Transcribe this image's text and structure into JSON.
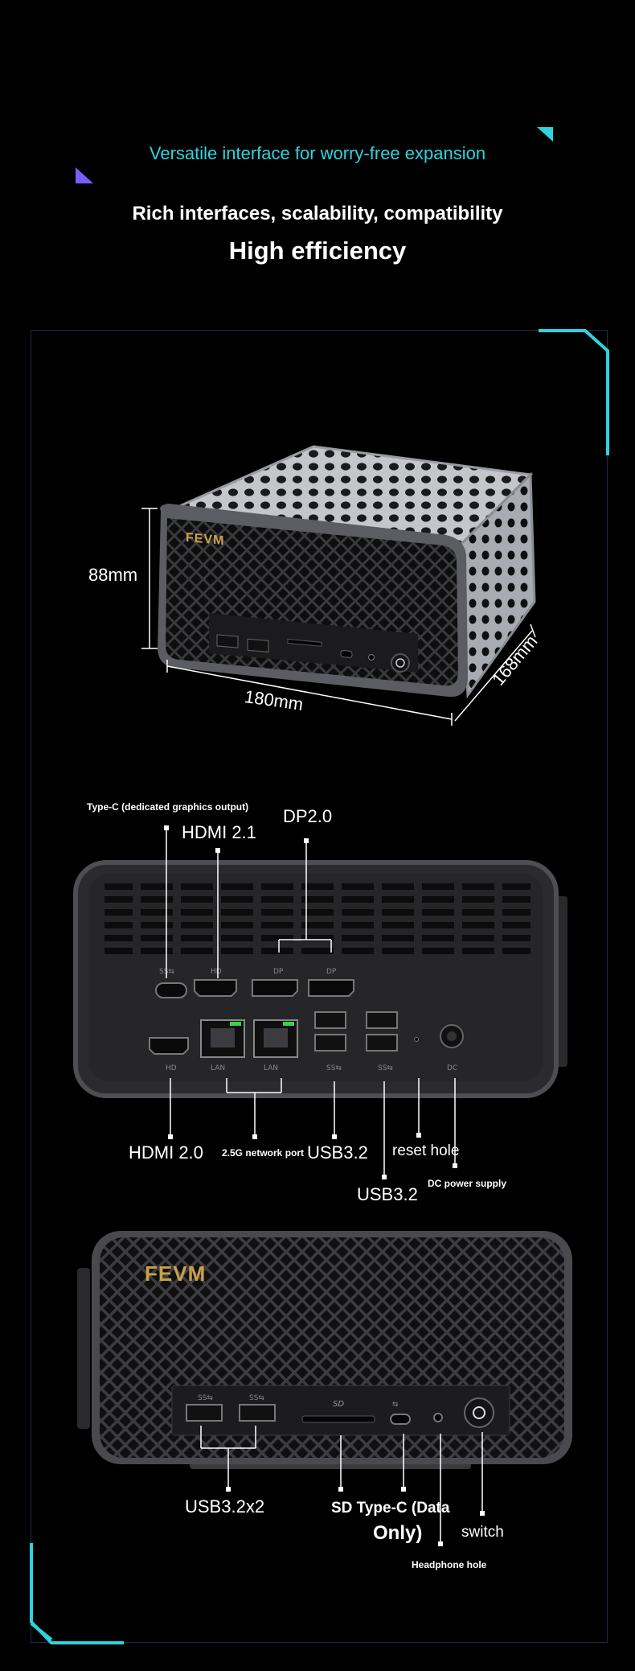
{
  "header": {
    "subtitle": "Versatile interface for worry-free expansion",
    "line1": "Rich interfaces, scalability, compatibility",
    "line2": "High efficiency"
  },
  "dimensions": {
    "height": "88mm",
    "width": "180mm",
    "depth": "168mm"
  },
  "device": {
    "brand": "FEVM"
  },
  "rear_ports": {
    "typec_gfx": "Type-C (dedicated graphics output)",
    "hdmi21": "HDMI 2.1",
    "dp20": "DP2.0",
    "hdmi20": "HDMI 2.0",
    "network": "2.5G network port",
    "usb32_a": "USB3.2",
    "usb32_b": "USB3.2",
    "reset": "reset hole",
    "dc": "DC power supply"
  },
  "front_ports": {
    "usb": "USB3.2x2",
    "sd_typec": "SD Type-C (Data",
    "sd_typec_2": "Only)",
    "switch": "switch",
    "headphone": "Headphone hole"
  },
  "colors": {
    "accent_cyan": "#2fd3dc",
    "accent_purple": "#7b5cff",
    "brand_gold": "#c9a24a"
  }
}
